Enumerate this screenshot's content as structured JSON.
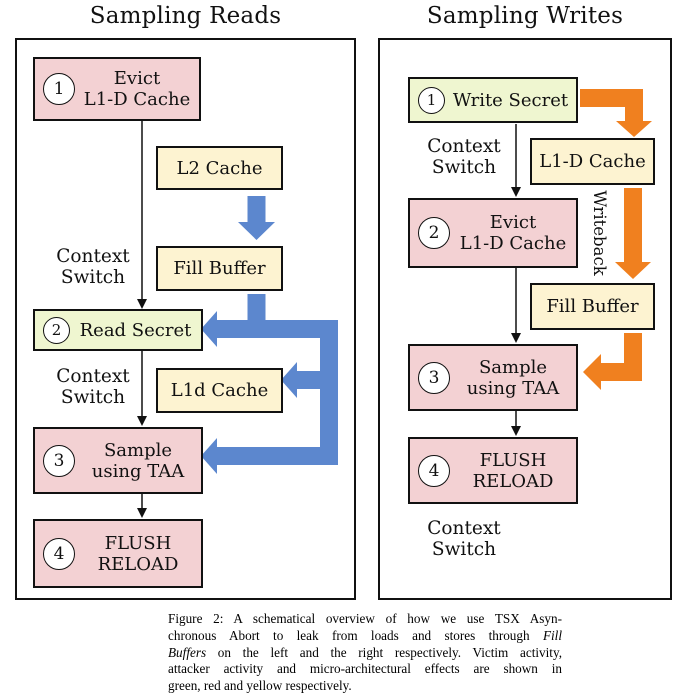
{
  "colors": {
    "victim_green": "#eff6d0",
    "attacker_pink": "#f3d1d3",
    "microarch_yellow": "#fdf3d1",
    "reads_arrow_blue": "#5c87ce",
    "writes_arrow_orange": "#f0801f",
    "border_black": "#111111"
  },
  "reads": {
    "title": "Sampling Reads",
    "evict": {
      "step": "1",
      "label": "Evict\nL1-D Cache"
    },
    "l2": {
      "label": "L2 Cache"
    },
    "fill_buffer": {
      "label": "Fill Buffer"
    },
    "read_secret": {
      "step": "2",
      "label": "Read Secret"
    },
    "l1d": {
      "label": "L1d Cache"
    },
    "sample": {
      "step": "3",
      "label": "Sample\nusing TAA"
    },
    "flush": {
      "step": "4",
      "label": "FLUSH\nRELOAD"
    },
    "context_switch_1": "Context\nSwitch",
    "context_switch_2": "Context\nSwitch"
  },
  "writes": {
    "title": "Sampling Writes",
    "write_secret": {
      "step": "1",
      "label": "Write Secret"
    },
    "l1d_cache": {
      "label": "L1-D Cache"
    },
    "evict": {
      "step": "2",
      "label": "Evict\nL1-D Cache"
    },
    "fill_buffer": {
      "label": "Fill Buffer"
    },
    "sample": {
      "step": "3",
      "label": "Sample\nusing TAA"
    },
    "flush": {
      "step": "4",
      "label": "FLUSH\nRELOAD"
    },
    "context_switch_1": "Context\nSwitch",
    "context_switch_2": "Context\nSwitch",
    "writeback_label": "Writeback"
  },
  "caption": {
    "lines": [
      {
        "pre": "Figure 2: A schematical overview of how we use TSX Asyn-"
      },
      {
        "pre": "chronous Abort to leak from loads and stores through ",
        "it": "Fill"
      },
      {
        "it": "Buffers",
        "post": " on the left and the right respectively. Victim activity,"
      },
      {
        "pre": "attacker activity and micro-architectural effects are shown in"
      },
      {
        "pre": "green, red and yellow respectively."
      }
    ]
  }
}
